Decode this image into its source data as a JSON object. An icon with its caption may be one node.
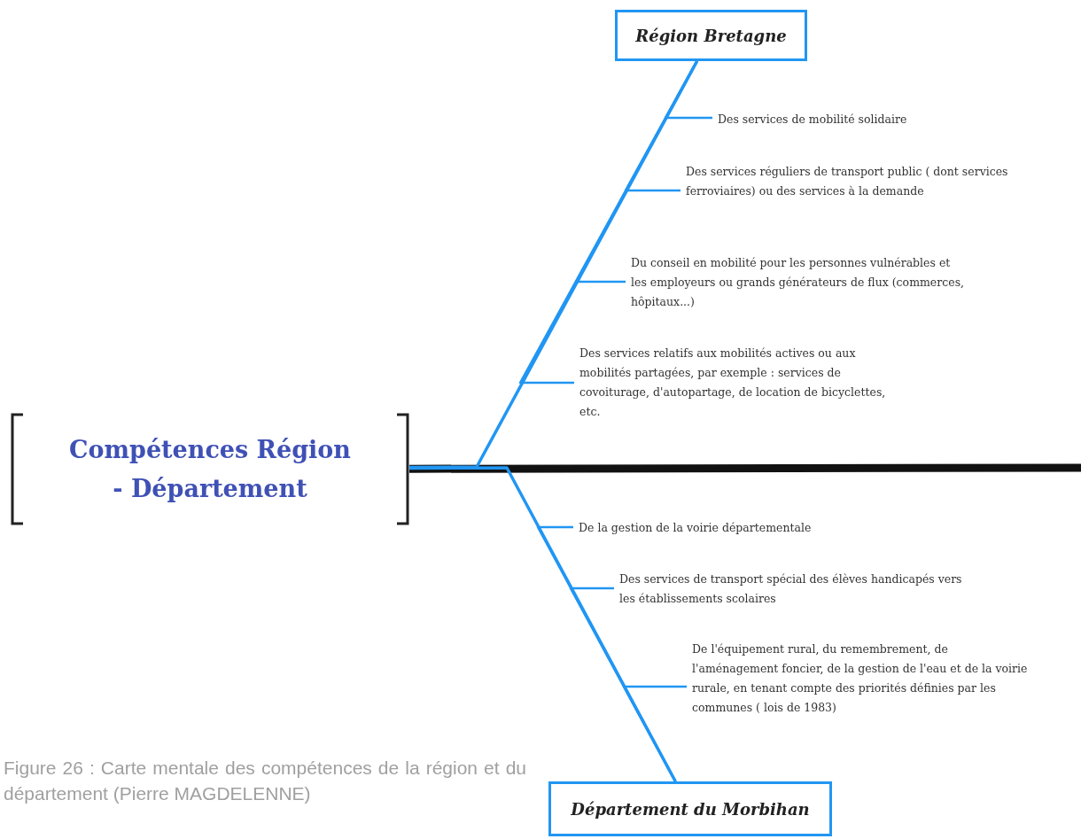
{
  "diagram": {
    "caption": "Figure 26 : Carte mentale des compétences de la région et du département (Pierre MAGDELENNE)",
    "nodes": [
      {
        "text": [
          "Compétences Région - Département"
        ]
      },
      {
        "text": [
          "Région Bretagne"
        ]
      },
      {
        "text": [
          "Des services de mobilité solidaire"
        ]
      },
      {
        "text": [
          "Des services réguliers de transport public ( dont services ferroviaires) ou des services à la demande"
        ]
      },
      {
        "text": [
          "Du conseil en mobilité pour les personnes vulnérables et les employeurs ou grands générateurs de flux (commerces, hôpitaux...)"
        ]
      },
      {
        "text": [
          "Des services relatifs aux mobilités actives ou aux mobilités partagées, par exemple : services de covoiturage, d'autopartage, de location de bicyclettes, etc."
        ]
      },
      {
        "text": [
          "Département du Morbihan"
        ]
      },
      {
        "text": [
          "De la gestion de la voirie départementale"
        ]
      },
      {
        "text": [
          "Des services de transport spécial des élèves handicapés vers les établissements scolaires"
        ]
      },
      {
        "text": [
          "De l'équipement rural, du remembrement, de l'aménagement foncier, de la gestion de l'eau et de la voirie rurale, en tenant compte des priorités définies par les communes ( lois de 1983)"
        ]
      }
    ],
    "edges": [
      {
        "from": 0,
        "to": null,
        "arrow": "none",
        "style": "thick",
        "color": "#111111"
      },
      {
        "from": 0,
        "to": 1,
        "arrow": "none"
      },
      {
        "from": 1,
        "to": 2,
        "arrow": "none"
      },
      {
        "from": 1,
        "to": 3,
        "arrow": "none"
      },
      {
        "from": 1,
        "to": 4,
        "arrow": "none"
      },
      {
        "from": 1,
        "to": 5,
        "arrow": "none"
      },
      {
        "from": 0,
        "to": 6,
        "arrow": "none"
      },
      {
        "from": 6,
        "to": 7,
        "arrow": "none"
      },
      {
        "from": 6,
        "to": 8,
        "arrow": "none"
      },
      {
        "from": 6,
        "to": 9,
        "arrow": "none"
      }
    ]
  }
}
